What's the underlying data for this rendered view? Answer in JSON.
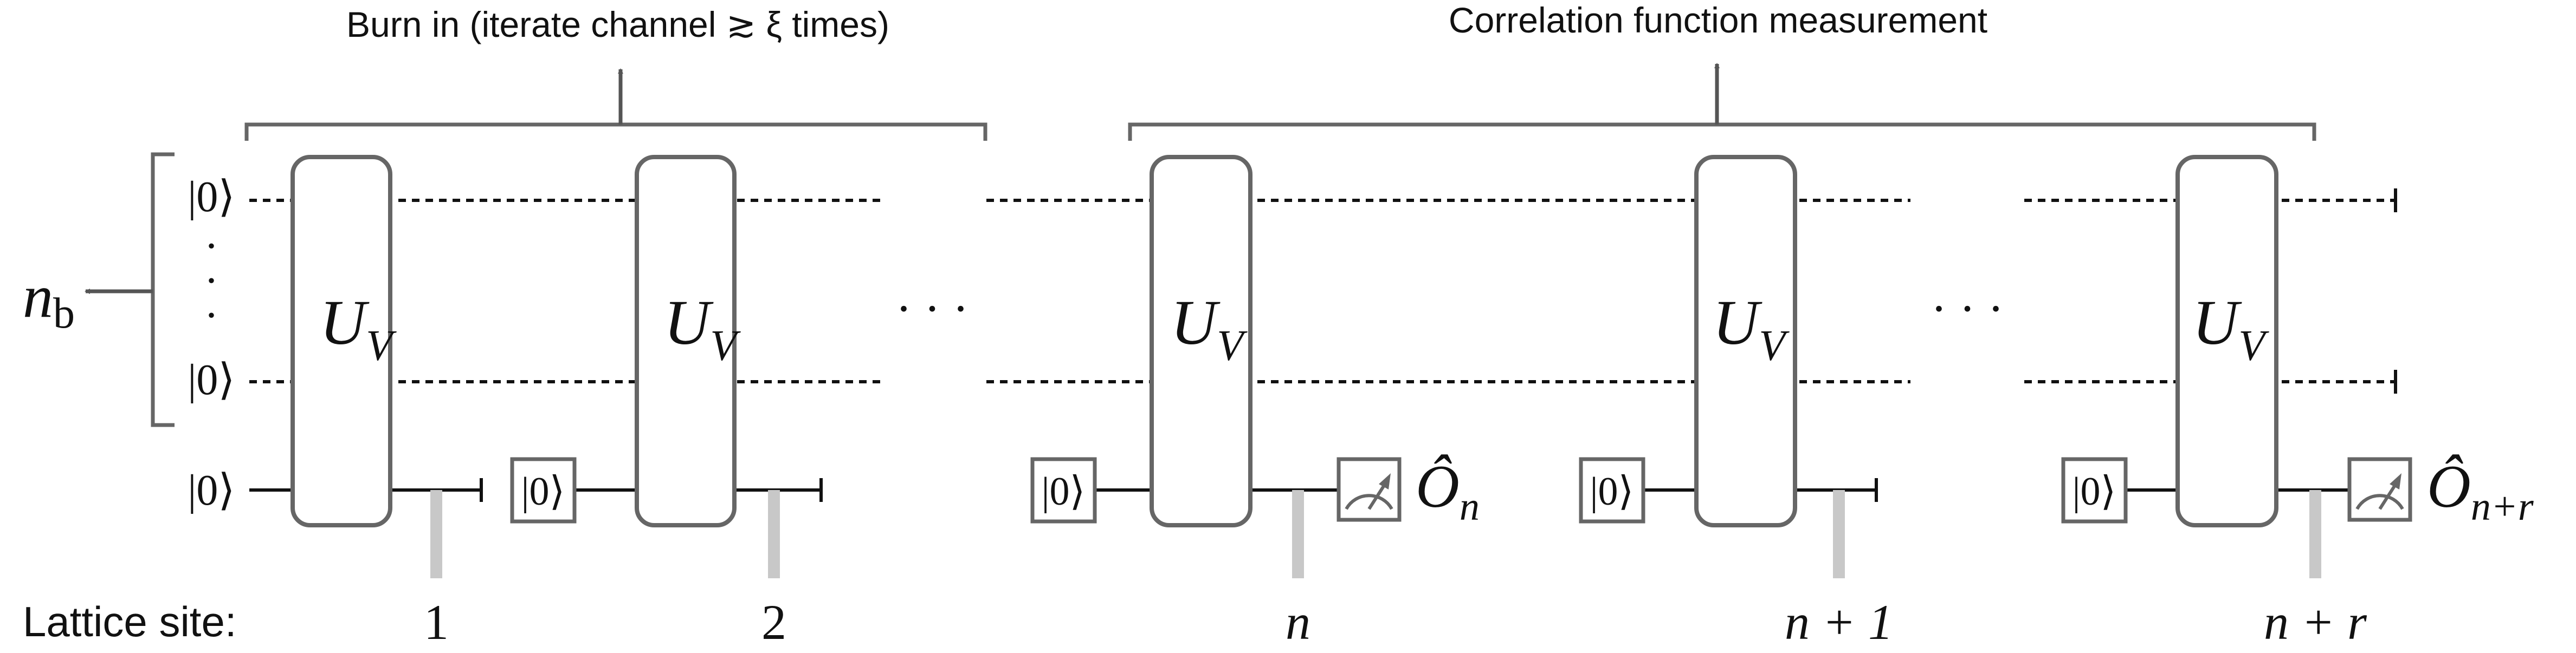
{
  "header": {
    "burn_in_label": "Burn in (iterate channel ≳ ξ times)",
    "measurement_label": "Correlation function measurement"
  },
  "bath": {
    "nb_symbol": "n",
    "nb_subscript": "b",
    "top_ket": "|0⟩",
    "bottom_ket": "|0⟩"
  },
  "system": {
    "initial_ket": "|0⟩",
    "reset_ket": "|0⟩"
  },
  "gate": {
    "symbol": "U",
    "subscript": "V"
  },
  "ellipsis": "· · ·",
  "observables": [
    {
      "symbol": "Ô",
      "subscript": "n"
    },
    {
      "symbol": "Ô",
      "subscript": "n+r"
    }
  ],
  "lattice": {
    "label": "Lattice site:",
    "sites": [
      "1",
      "2",
      "n",
      "n + 1",
      "n + r"
    ]
  },
  "colors": {
    "wire": "#111111",
    "box_outline": "#666666",
    "site_tick": "#c8c8c8"
  }
}
